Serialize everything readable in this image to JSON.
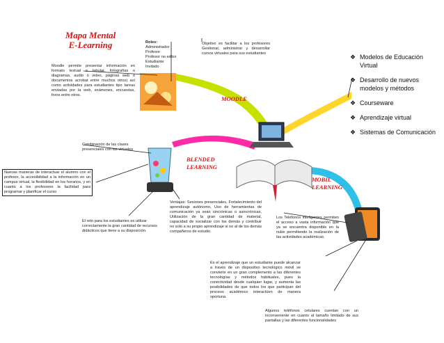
{
  "title": {
    "line1": "Mapa Mental",
    "line2": "E-Learning"
  },
  "branches": {
    "moodle": "MOODLE",
    "blended_line1": "BLENDED",
    "blended_line2": "LEARNING",
    "mobile_line1": "MOBIL",
    "mobile_line2": "LEARNING"
  },
  "roles": {
    "heading": "Roles:",
    "items": [
      "Administrador",
      "Profesor",
      "Profesor no editor",
      "Estudiante",
      "Invitado"
    ]
  },
  "notes": {
    "objective": "Objetivo es facilitar a los profesores Gestionar, administrar y desarrollar cursos virtuales para sus estudiantes",
    "moodle_desc": "Moodle permite presentar información en formato textual o tabular, fotografías o diagramas, audio o video, páginas web o documentos acrobat entre muchos otros) así como actividades para estudiantes tipo tareas enviadas por la web, exámenes, encuestas, foros entre otros.",
    "combination": "Combinación de las clases presenciales con las virtuales",
    "new_ways": "Nuevas maneras de interactuar el alumno con el profesor, la accesibilidad a la información en un campus virtual, la flexibilidad en los horarios, y en cuanto a los profesores la facilidad para programar y planificar el curso",
    "challenge": "El reto para los estudiantes es utilizar correctamente la gran cantidad de recursos didácticos que tiene a su disposición.",
    "advantages": "Ventajas: Sesiones presenciales, Fortalecimiento del aprendizaje autónomo, Uso de herramientas de comunicación ya sean sincrónicas o asincrónicas, Utilización de la gran cantidad de material, capacidad de socializar con los demás y contribuir no solo a su propio aprendizaje si no al de los demás compañeros de estudio.",
    "phones": "Los Teléfonos inteligentes permiten el acceso a vasta información que ya se encuentra disponible en la nube permitiendo la realización de las actividades académicas.",
    "mobile_def": "Es el aprendizaje que un estudiante puede alcanzar a través de un dispositivo tecnológico móvil se convierte en un gran complemento a las diferentes tecnologías y métodos habituales, pues la conectividad desde cualquier lugar, y aumenta las posibilidades de que todos los que participan del proceso académico interactúen de manera oportuna.",
    "drawback": "Algunos teléfonos celulares cuentan con un inconveniente en cuanto al tamaño limitado de sus pantallas y las diferentes funcionalidades"
  },
  "right_panel": {
    "bullet_glyph": "❖",
    "items": [
      "Modelos de Educación Virtual",
      "Desarrollo de nuevos modelos y métodos",
      "Courseware",
      "Aprendizaje virtual",
      "Sistemas de Comunicación"
    ]
  },
  "colors": {
    "title_red": "#d11a1a",
    "branch_green": "#c6e000",
    "branch_magenta": "#ff2aa6",
    "branch_cyan": "#2fc0ea",
    "branch_yellow": "#ffd52a",
    "connector": "#1a1a1a"
  }
}
